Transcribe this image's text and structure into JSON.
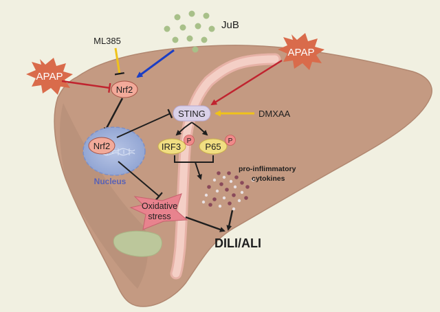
{
  "labels": {
    "jub": "JuB",
    "ml385": "ML385",
    "apap_left": "APAP",
    "apap_right": "APAP",
    "nrf2_top": "Nrf2",
    "nrf2_nucleus": "Nrf2",
    "nucleus": "Nucleus",
    "sting": "STING",
    "dmxaa": "DMXAA",
    "irf3": "IRF3",
    "p65": "P65",
    "phospho": "P",
    "cytokines_line1": "pro-inflimmatory",
    "cytokines_line2": "cytokines",
    "oxidative_line1": "Oxidative",
    "oxidative_line2": "stress",
    "outcome": "DILI/ALI"
  },
  "colors": {
    "background": "#f1f0e1",
    "liver": "#c49a82",
    "liver_dark": "#a87d66",
    "gallbladder": "#bcc79b",
    "vessel": "#efc0b6",
    "apap": "#d96b4b",
    "nrf2_fill": "#f2aa9a",
    "nucleus_fill": "#9fb2d8",
    "nucleus_text": "#5a62b5",
    "sting_fill": "#dad1e8",
    "irf3_fill": "#f1de82",
    "phospho_fill": "#f08a8a",
    "oxidative_fill": "#e8838e",
    "arrow_black": "#1e1e1e",
    "arrow_red": "#c0242f",
    "arrow_yellow": "#efc21a",
    "arrow_blue": "#1b3ec4",
    "jub_dots": "#a8c089"
  }
}
